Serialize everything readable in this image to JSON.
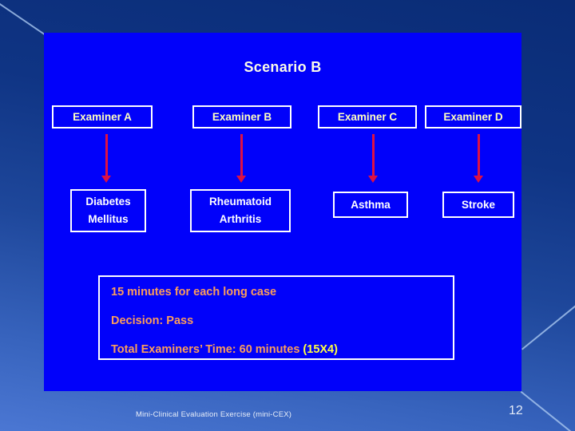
{
  "slide": {
    "title": "Scenario B",
    "examiners": [
      {
        "label": "Examiner A"
      },
      {
        "label": "Examiner B"
      },
      {
        "label": "Examiner C"
      },
      {
        "label": "Examiner D"
      }
    ],
    "cases": [
      {
        "label": "Diabetes Mellitus"
      },
      {
        "label": "Rheumatoid Arthritis"
      },
      {
        "label": "Asthma"
      },
      {
        "label": "Stroke"
      }
    ],
    "summary": {
      "line1": "15 minutes for each long case",
      "line2": "Decision: Pass",
      "line3_main": "Total Examiners’ Time: 60 minutes ",
      "line3_highlight": "(15X4)"
    }
  },
  "footer": {
    "caption": "Mini-Clinical Evaluation Exercise (mini-CEX)",
    "page_number": "12"
  },
  "colors": {
    "slide_background": "#0101fa",
    "title_text": "#fbfbe8",
    "examiner_text": "#ffffc0",
    "case_text": "#ffffff",
    "arrow": "#dd1144",
    "summary_text": "#fb9d5b",
    "summary_highlight": "#ffff44"
  }
}
